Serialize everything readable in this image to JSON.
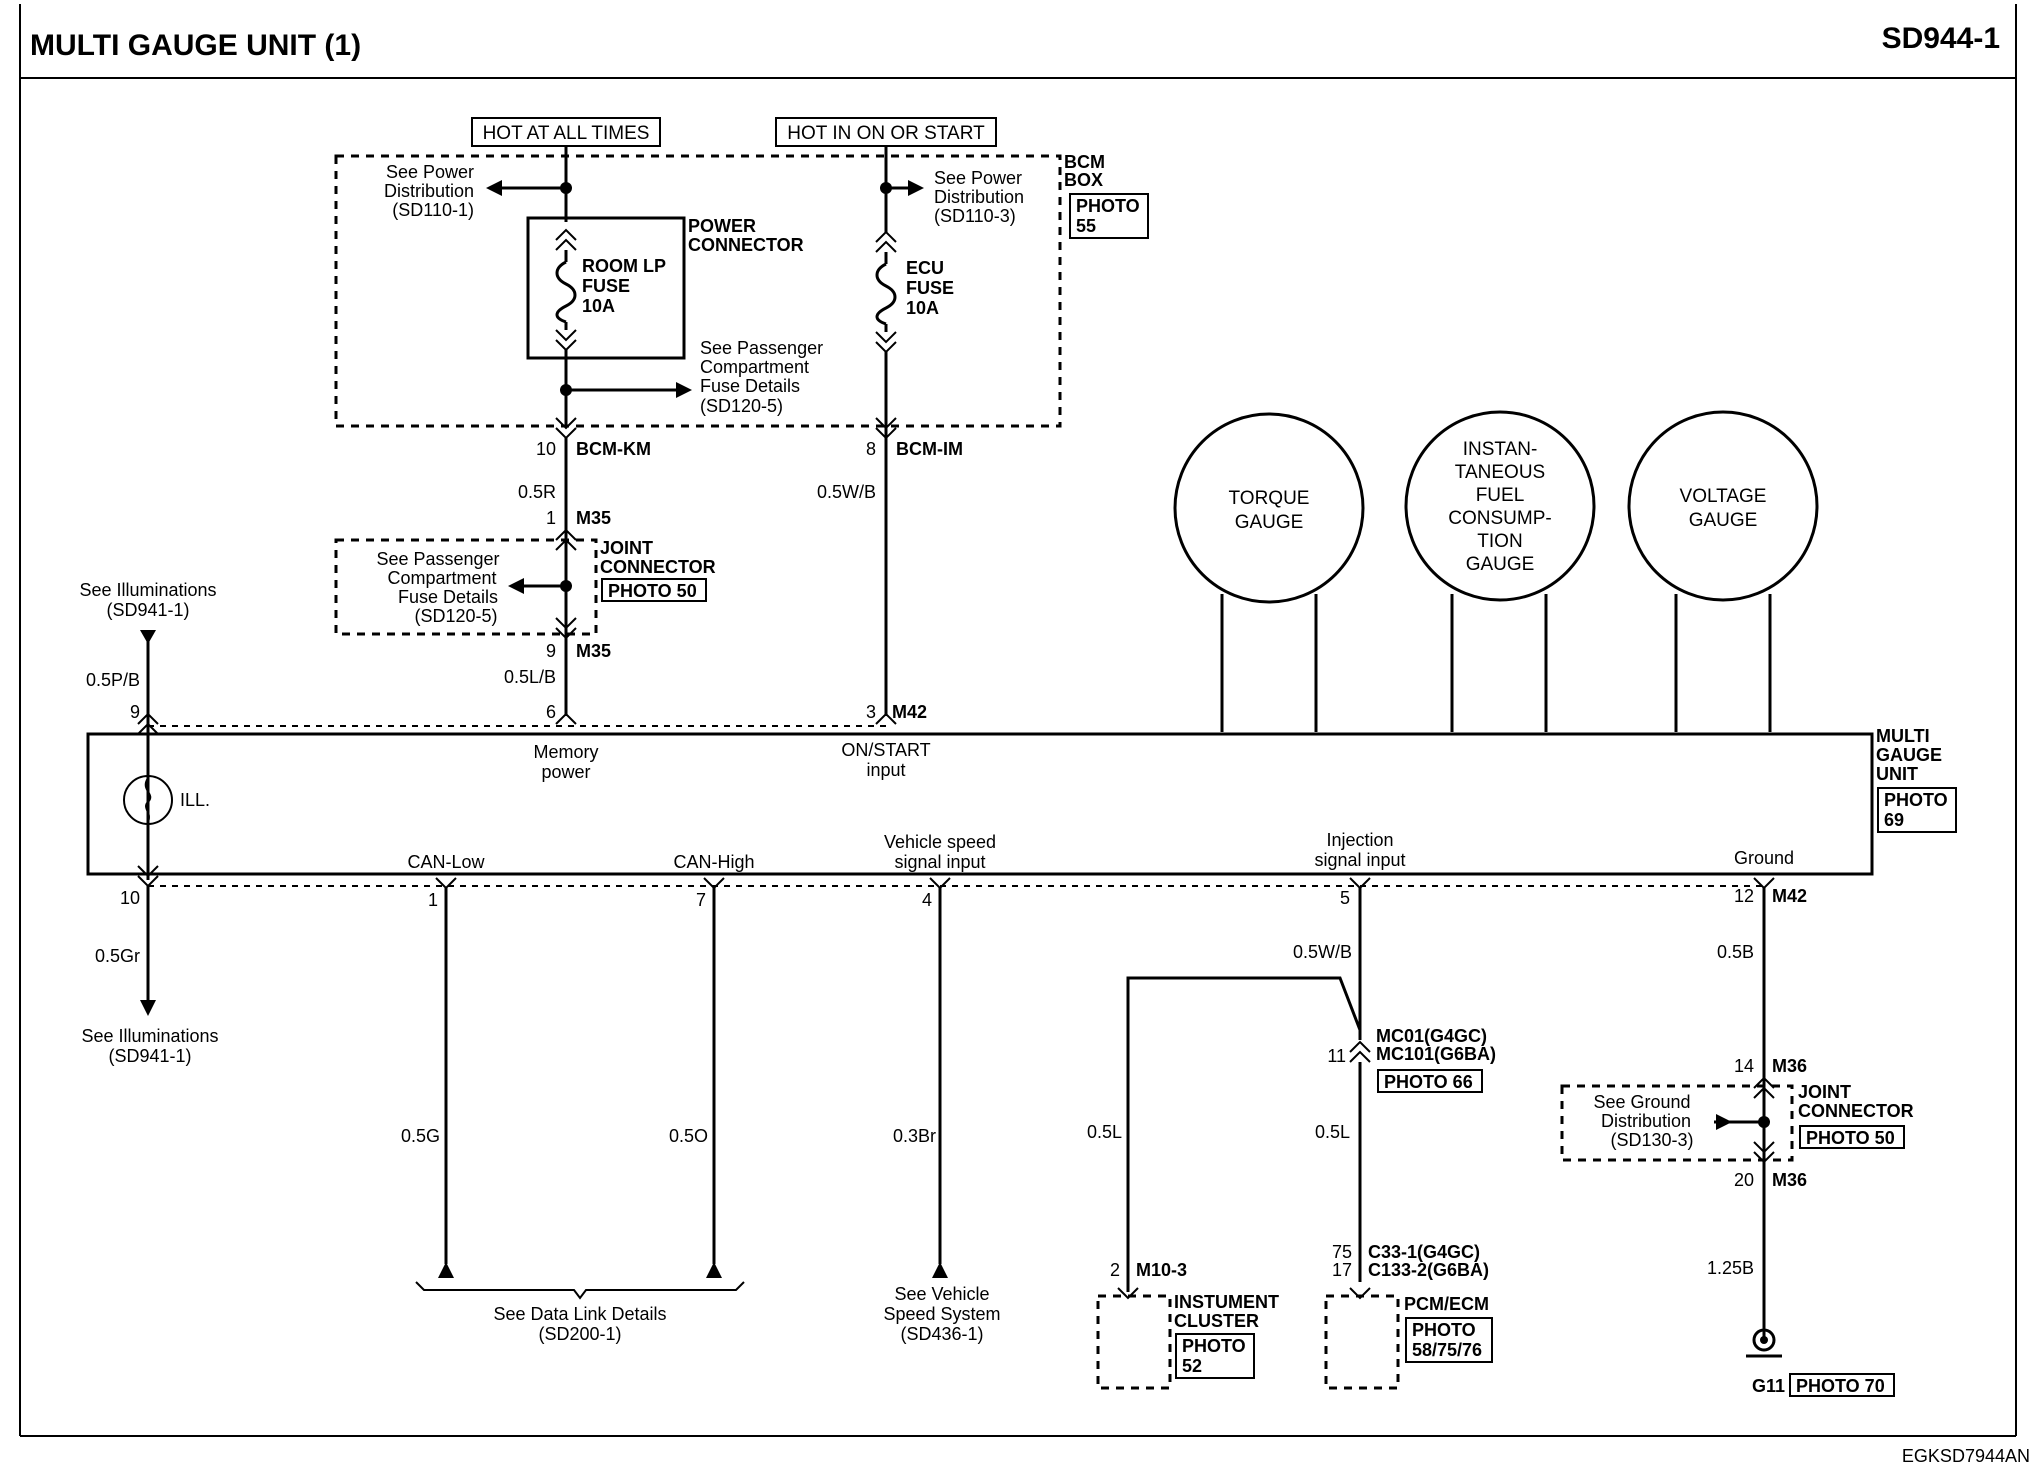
{
  "header": {
    "title": "MULTI GAUGE UNIT (1)",
    "page_code": "SD944-1",
    "footer_code": "EGKSD7944AN"
  },
  "supply": {
    "hot_at_all_times": "HOT AT ALL TIMES",
    "hot_in_on_or_start": "HOT IN ON OR START",
    "bcm_box": [
      "BCM",
      "BOX"
    ],
    "bcm_photo": [
      "PHOTO",
      "55"
    ],
    "see_power_dist_1": [
      "See Power",
      "Distribution",
      "(SD110-1)"
    ],
    "see_power_dist_3": [
      "See Power",
      "Distribution",
      "(SD110-3)"
    ],
    "power_connector": [
      "POWER",
      "CONNECTOR"
    ],
    "room_lp_fuse": [
      "ROOM LP",
      "FUSE",
      "10A"
    ],
    "ecu_fuse": [
      "ECU",
      "FUSE",
      "10A"
    ],
    "see_passenger_top": [
      "See Passenger",
      "Compartment",
      "Fuse Details",
      "(SD120-5)"
    ],
    "bcm_km_pin": "10",
    "bcm_km": "BCM-KM",
    "bcm_im_pin": "8",
    "bcm_im": "BCM-IM"
  },
  "memory_branch": {
    "wire_top": "0.5R",
    "m35_pin_top": "1",
    "m35": "M35",
    "joint_connector": [
      "JOINT",
      "CONNECTOR"
    ],
    "joint_photo": "PHOTO 50",
    "see_passenger": [
      "See Passenger",
      "Compartment",
      "Fuse Details",
      "(SD120-5)"
    ],
    "m35_pin_bottom": "9",
    "wire_bottom": "0.5L/B",
    "unit_pin": "6",
    "label": [
      "Memory",
      "power"
    ]
  },
  "on_start_branch": {
    "wire": "0.5W/B",
    "pin": "3",
    "connector": "M42",
    "label": [
      "ON/START",
      "input"
    ]
  },
  "illumination": {
    "see_top": [
      "See Illuminations",
      "(SD941-1)"
    ],
    "wire_top": "0.5P/B",
    "pin_top": "9",
    "ill_label": "ILL.",
    "pin_bottom": "10",
    "wire_bottom": "0.5Gr",
    "see_bottom": [
      "See Illuminations",
      "(SD941-1)"
    ]
  },
  "gauges": [
    {
      "lines": [
        "TORQUE",
        "GAUGE"
      ]
    },
    {
      "lines": [
        "INSTAN-",
        "TANEOUS",
        "FUEL",
        "CONSUMP-",
        "TION",
        "GAUGE"
      ]
    },
    {
      "lines": [
        "VOLTAGE",
        "GAUGE"
      ]
    }
  ],
  "unit": {
    "name": [
      "MULTI",
      "GAUGE",
      "UNIT"
    ],
    "photo": [
      "PHOTO",
      "69"
    ]
  },
  "bottom_pins": {
    "can_low": {
      "label": "CAN-Low",
      "pin": "1",
      "wire": "0.5G"
    },
    "can_high": {
      "label": "CAN-High",
      "pin": "7",
      "wire": "0.5O"
    },
    "speed": {
      "label": [
        "Vehicle speed",
        "signal input"
      ],
      "pin": "4",
      "wire": "0.3Br",
      "see": [
        "See Vehicle",
        "Speed System",
        "(SD436-1)"
      ]
    },
    "injection": {
      "label": [
        "Injection",
        "signal input"
      ],
      "pin": "5",
      "wire": "0.5W/B"
    },
    "ground": {
      "label": "Ground",
      "pin": "12",
      "connector": "M42",
      "wire": "0.5B"
    },
    "data_link": [
      "See Data Link Details",
      "(SD200-1)"
    ]
  },
  "injection_branch": {
    "connector_pin": "11",
    "connector": [
      "MC01(G4GC)",
      "MC101(G6BA)"
    ],
    "photo": "PHOTO 66",
    "wire_left": "0.5L",
    "wire_right": "0.5L",
    "cluster_pin": "2",
    "cluster_connector": "M10-3",
    "cluster": [
      "INSTUMENT",
      "CLUSTER"
    ],
    "cluster_photo": [
      "PHOTO",
      "52"
    ],
    "pcm_pins": [
      "75",
      "17"
    ],
    "pcm_connectors": [
      "C33-1(G4GC)",
      "C133-2(G6BA)"
    ],
    "pcm": "PCM/ECM",
    "pcm_photo": [
      "PHOTO",
      "58/75/76"
    ]
  },
  "ground_branch": {
    "m36_pin_top": "14",
    "m36": "M36",
    "joint_connector": [
      "JOINT",
      "CONNECTOR"
    ],
    "joint_photo": "PHOTO 50",
    "see_ground": [
      "See Ground",
      "Distribution",
      "(SD130-3)"
    ],
    "m36_pin_bottom": "20",
    "wire": "1.25B",
    "ground_id": "G11",
    "ground_photo": "PHOTO 70"
  }
}
